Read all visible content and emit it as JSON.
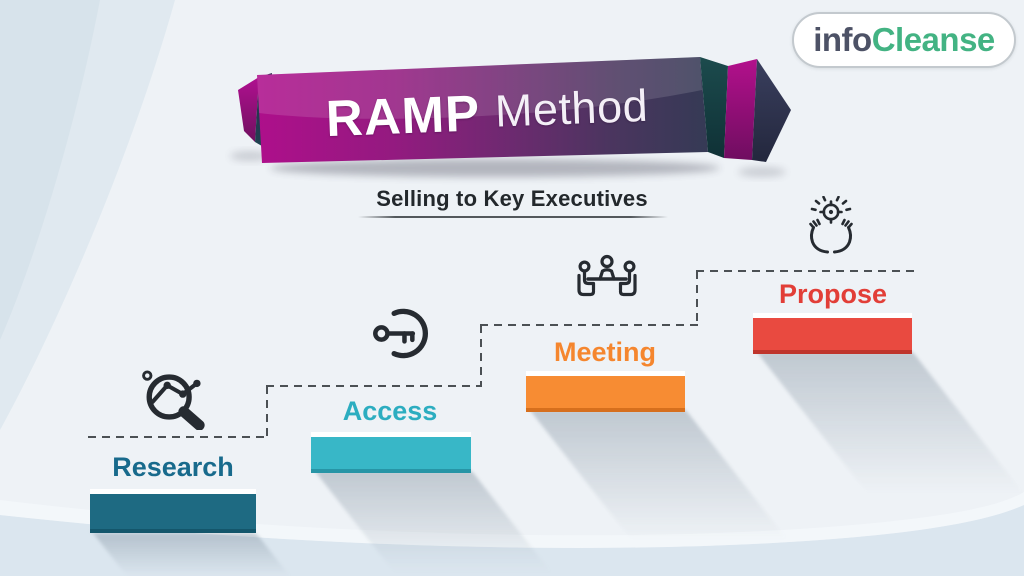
{
  "logo": {
    "text_info": "info",
    "text_cleanse": "Cleanse",
    "info_color": "#4d5266",
    "cleanse_color": "#43b383"
  },
  "banner": {
    "word_bold": "RAMP",
    "word_light": "Method",
    "colors": {
      "magenta": "#ad0f8b",
      "purple": "#6d2a70",
      "dark_navy": "#353a55",
      "teal_fold": "#1c4b4d"
    }
  },
  "subtitle": "Selling to Key Executives",
  "steps": [
    {
      "id": "research",
      "label": "Research",
      "icon": "magnifier-trend-icon",
      "bar_color": "#1e6a82",
      "edge_color": "#14566b",
      "label_color": "#186a8c"
    },
    {
      "id": "access",
      "label": "Access",
      "icon": "key-icon",
      "bar_color": "#38b7c7",
      "edge_color": "#2795a6",
      "label_color": "#2cadc0"
    },
    {
      "id": "meeting",
      "label": "Meeting",
      "icon": "meeting-table-icon",
      "bar_color": "#f78c33",
      "edge_color": "#d66f1d",
      "label_color": "#f5862e"
    },
    {
      "id": "propose",
      "label": "Propose",
      "icon": "hands-target-icon",
      "bar_color": "#e94a40",
      "edge_color": "#bf352c",
      "label_color": "#e23e37"
    }
  ]
}
